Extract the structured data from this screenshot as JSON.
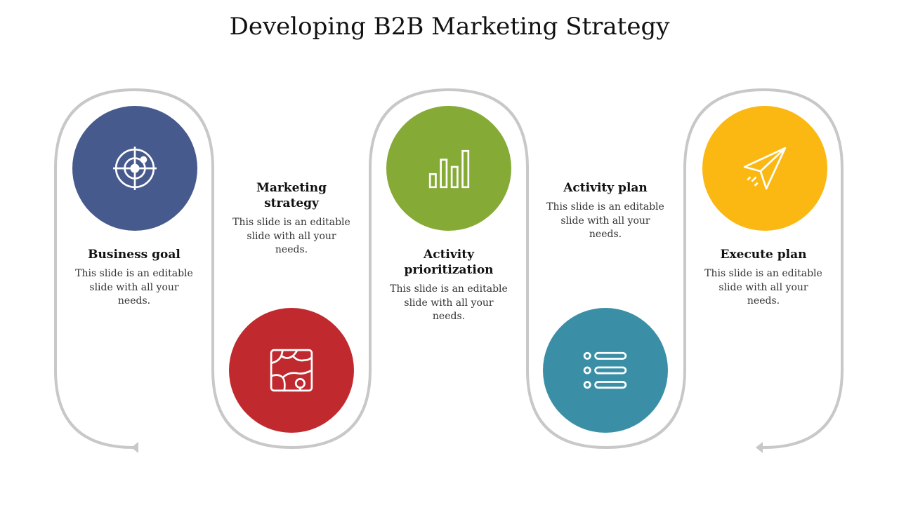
{
  "title": "Developing B2B Marketing Strategy",
  "colors": {
    "track": "#c8c8c8",
    "step1": "#475a8d",
    "step2": "#c0292e",
    "step3": "#86aa36",
    "step4": "#3a8fa6",
    "step5": "#fbb812"
  },
  "steps": [
    {
      "heading": "Business goal",
      "body": "This slide is an editable slide with all your needs.",
      "icon": "target-icon"
    },
    {
      "heading": "Marketing strategy",
      "body": "This slide is an editable slide with all your needs.",
      "icon": "map-icon"
    },
    {
      "heading": "Activity prioritization",
      "body": "This slide is an editable slide with all your needs.",
      "icon": "bar-chart-icon"
    },
    {
      "heading": "Activity plan",
      "body": "This slide is an editable slide with all your needs.",
      "icon": "list-icon"
    },
    {
      "heading": "Execute plan",
      "body": "This slide is an editable slide with all your needs.",
      "icon": "paper-plane-icon"
    }
  ]
}
